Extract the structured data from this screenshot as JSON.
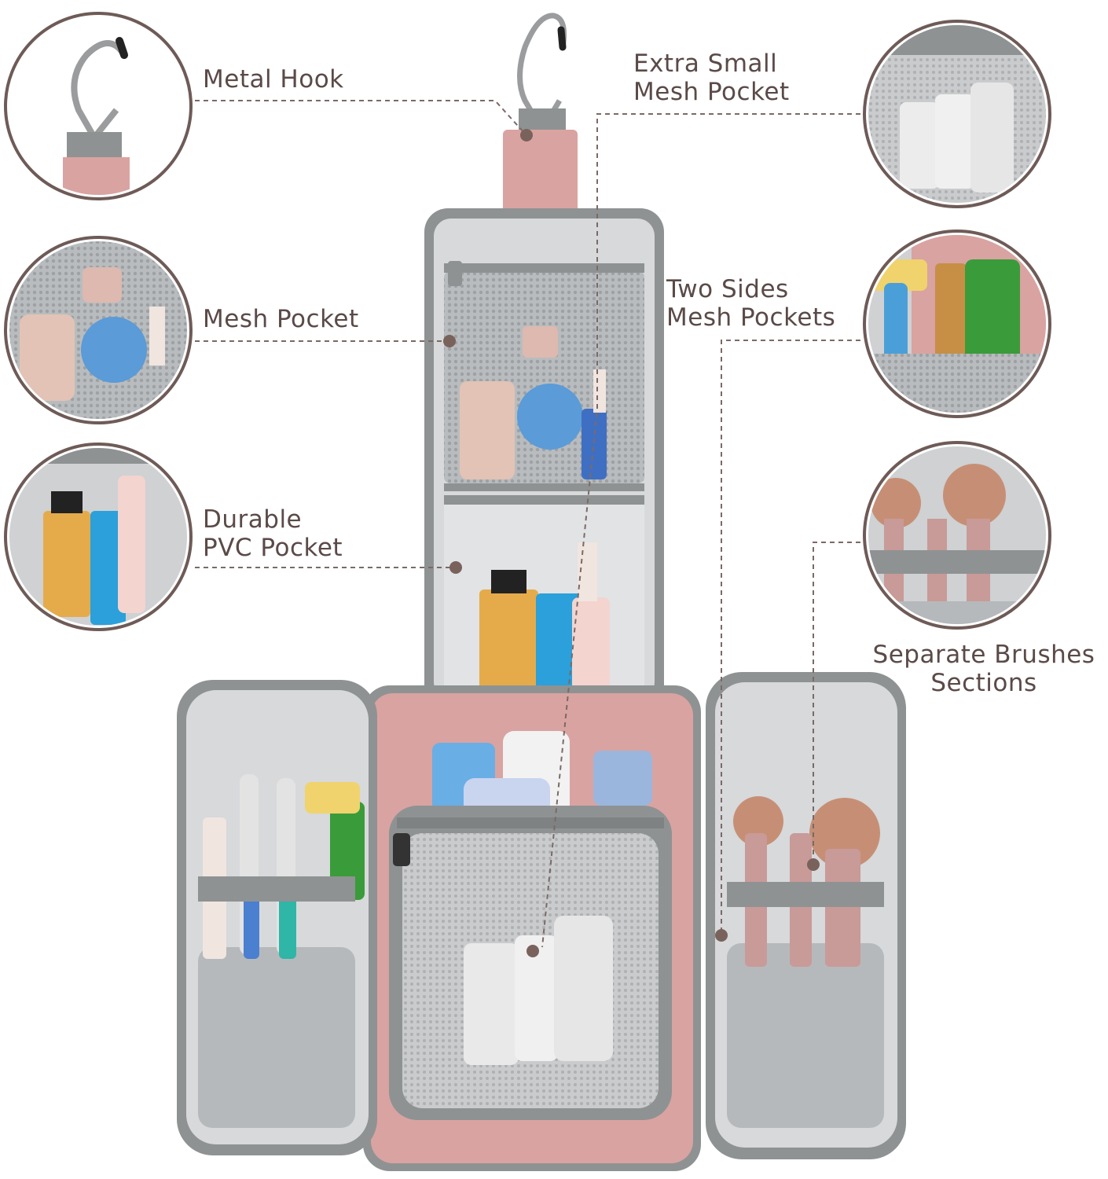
{
  "colors": {
    "pink": "#d9a3a1",
    "pink_dark": "#c98c8b",
    "grey": "#8f9293",
    "grey_light": "#c4c6c8",
    "lining": "#d7d9db",
    "callout_ring": "#6e5b57",
    "dot": "#7a625c",
    "text": "#5a4a48"
  },
  "callouts": {
    "metal_hook": {
      "label": "Metal Hook"
    },
    "mesh_pocket": {
      "label": "Mesh Pocket"
    },
    "pvc_pocket": {
      "line1": "Durable",
      "line2": "PVC Pocket"
    },
    "extra_small": {
      "line1": "Extra Small",
      "line2": "Mesh Pocket"
    },
    "two_sides": {
      "line1": "Two Sides",
      "line2": "Mesh Pockets"
    },
    "brushes": {
      "line1": "Separate Brushes",
      "line2": "Sections"
    }
  }
}
